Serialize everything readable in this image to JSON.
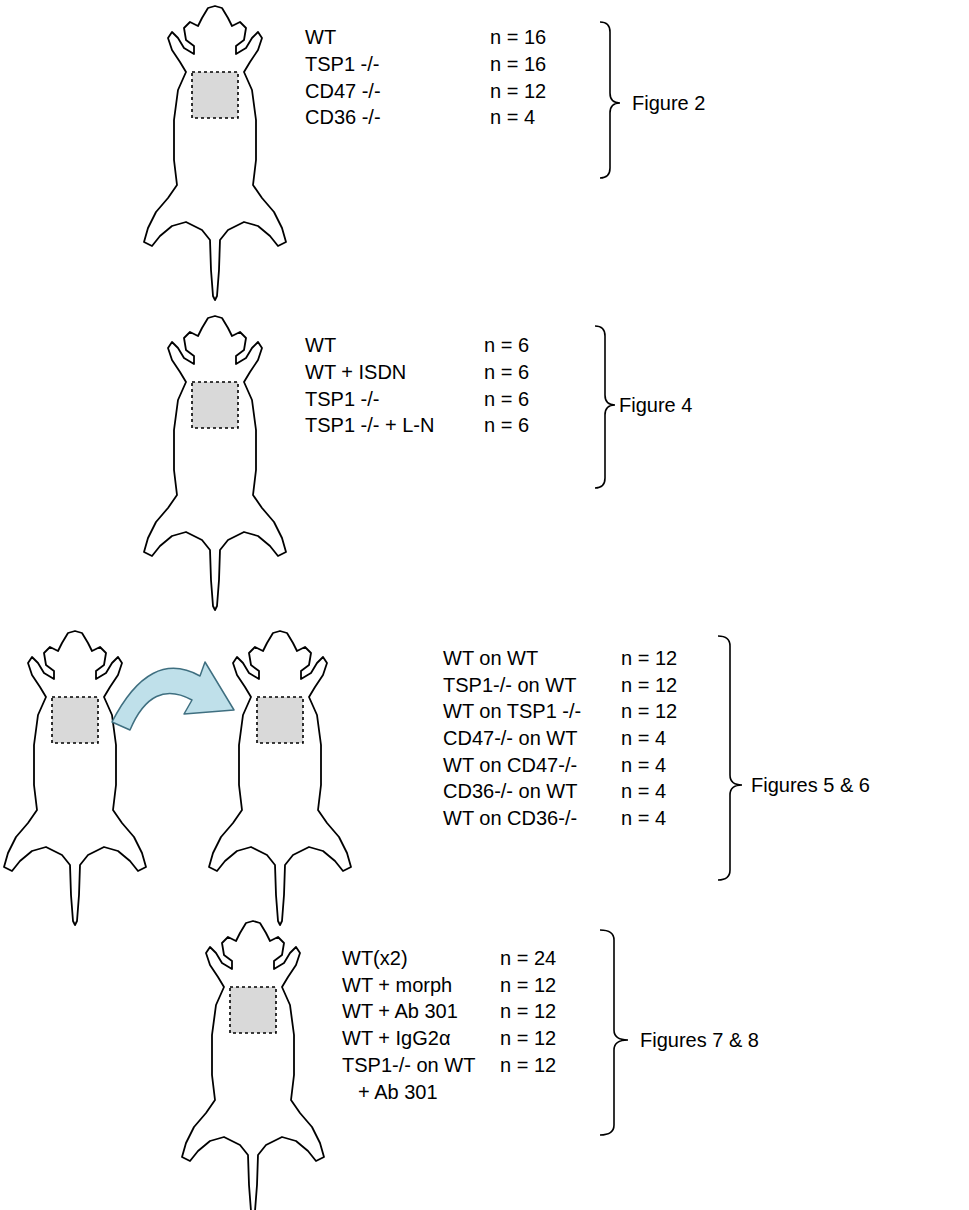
{
  "diagram": {
    "labels": [
      "WT",
      "n = 16",
      "TSP1 -/-",
      "n = 16",
      "CD47 -/-",
      "n = 12",
      "CD36 -/-",
      "n = 4",
      "Figure 2",
      "WT",
      "n = 6",
      "WT + ISDN",
      "n = 6",
      "TSP1 -/-",
      "n = 6",
      "TSP1 -/- + L-N",
      "n = 6",
      "Figure 4",
      "WT on WT",
      "n = 12",
      "TSP1-/- on WT",
      "n = 12",
      "WT on TSP1 -/-",
      "n = 12",
      "CD47-/- on WT",
      "n = 4",
      "WT on CD47-/-",
      "n = 4",
      "CD36-/- on WT",
      "n = 4",
      "WT on CD36-/-",
      "n = 4",
      "Figures 5 & 6",
      "WT(x2)",
      "n = 24",
      "WT + morph",
      "n = 12",
      "WT + Ab 301",
      "n = 12",
      "WT + IgG2α",
      "n = 12",
      "TSP1-/- on WT + Ab 301",
      "n = 12",
      "Figures 7 & 8"
    ]
  }
}
